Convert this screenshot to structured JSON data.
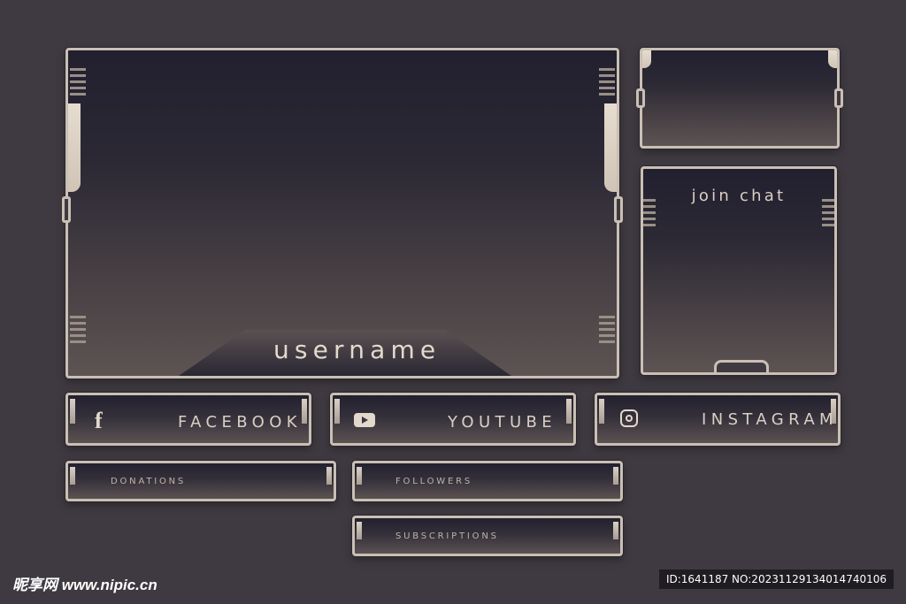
{
  "main_frame": {
    "username_label": "username"
  },
  "chat_frame": {
    "title": "join chat"
  },
  "social": [
    {
      "label": "FACEBOOK",
      "icon": "facebook-icon"
    },
    {
      "label": "YOUTUBE",
      "icon": "youtube-icon"
    },
    {
      "label": "INSTAGRAM",
      "icon": "instagram-icon"
    }
  ],
  "info_bars": {
    "donations": "DONATIONS",
    "followers": "FOLLOWERS",
    "subscriptions": "SUBSCRIPTIONS"
  },
  "watermark": {
    "site": "昵享网 www.nipic.cn",
    "id_text": "ID:1641187 NO:20231129134014740106"
  },
  "colors": {
    "background": "#3f3a41",
    "border": "#c9bfb4",
    "text": "#d9cfc4"
  }
}
